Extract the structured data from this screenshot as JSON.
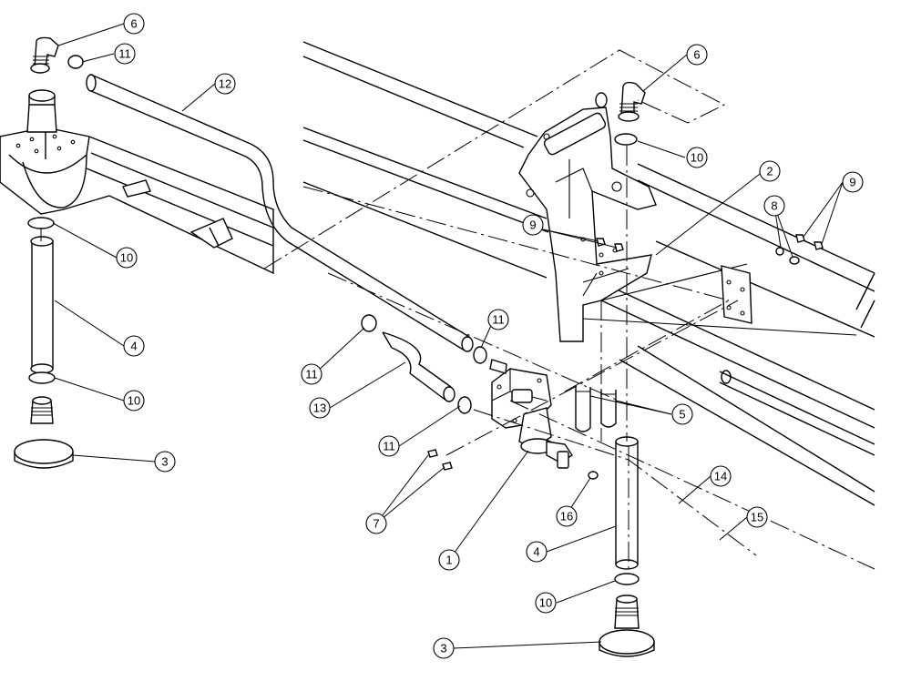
{
  "callouts": [
    {
      "id": "c1",
      "label": "6"
    },
    {
      "id": "c2",
      "label": "11"
    },
    {
      "id": "c3",
      "label": "12"
    },
    {
      "id": "c4",
      "label": "10"
    },
    {
      "id": "c5",
      "label": "4"
    },
    {
      "id": "c6",
      "label": "10"
    },
    {
      "id": "c7",
      "label": "3"
    },
    {
      "id": "c8",
      "label": "6"
    },
    {
      "id": "c9",
      "label": "10"
    },
    {
      "id": "c10",
      "label": "2"
    },
    {
      "id": "c11",
      "label": "9"
    },
    {
      "id": "c12",
      "label": "8"
    },
    {
      "id": "c13",
      "label": "9"
    },
    {
      "id": "c14",
      "label": "11"
    },
    {
      "id": "c15",
      "label": "11"
    },
    {
      "id": "c16",
      "label": "13"
    },
    {
      "id": "c17",
      "label": "11"
    },
    {
      "id": "c18",
      "label": "5"
    },
    {
      "id": "c19",
      "label": "7"
    },
    {
      "id": "c20",
      "label": "1"
    },
    {
      "id": "c21",
      "label": "16"
    },
    {
      "id": "c22",
      "label": "14"
    },
    {
      "id": "c23",
      "label": "15"
    },
    {
      "id": "c24",
      "label": "4"
    },
    {
      "id": "c25",
      "label": "10"
    },
    {
      "id": "c26",
      "label": "3"
    }
  ]
}
